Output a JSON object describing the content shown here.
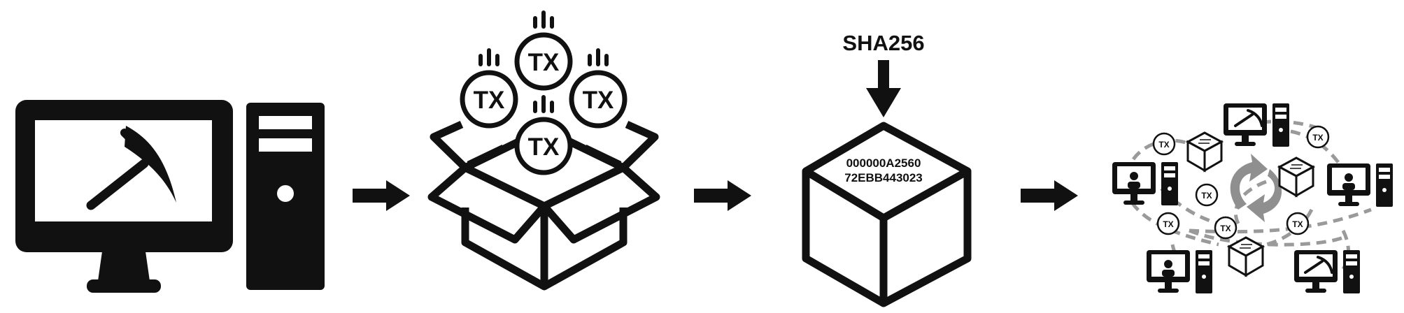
{
  "steps": [
    {
      "name": "miner-computer"
    },
    {
      "name": "transaction-collection",
      "coin_label": "TX"
    },
    {
      "name": "hashing",
      "algorithm": "SHA256",
      "hash_line_1": "000000A2560",
      "hash_line_2": "72EBB443023"
    },
    {
      "name": "network-broadcast",
      "coin_label": "TX"
    }
  ],
  "colors": {
    "ink": "#111111",
    "network": "#9a9a9a",
    "background": "#ffffff"
  }
}
